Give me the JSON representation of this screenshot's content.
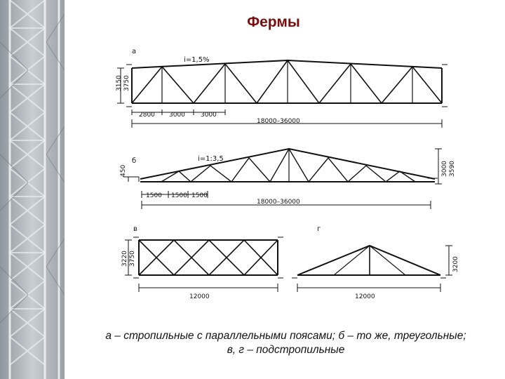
{
  "slide": {
    "title": "Фермы"
  },
  "caption": {
    "line1": "а – стропильные с параллельными поясами; б – то же, треугольные;",
    "line2": "в, г – подстропильные"
  },
  "trusses": {
    "a": {
      "letter": "а",
      "slope": "i=1,5%",
      "heights": [
        "3150",
        "3750"
      ],
      "panels": [
        "2800",
        "3000",
        "3000"
      ],
      "span": "18000–36000"
    },
    "b": {
      "letter": "б",
      "slope": "i=1:3,5",
      "end_height": "450",
      "ridge_heights": [
        "3000",
        "3590"
      ],
      "panels": [
        "1500",
        "1500",
        "1500"
      ],
      "span": "18000–36000"
    },
    "v": {
      "letter": "в",
      "heights": [
        "3220",
        "3750"
      ],
      "span": "12000"
    },
    "g": {
      "letter": "г",
      "height": "3200",
      "span": "12000"
    }
  },
  "colors": {
    "title": "#7a0d0d",
    "line": "#111111",
    "photo_bg": "#aeb4ba"
  },
  "icons": {
    "side_photo": "steel-lattice-tower-photo"
  }
}
